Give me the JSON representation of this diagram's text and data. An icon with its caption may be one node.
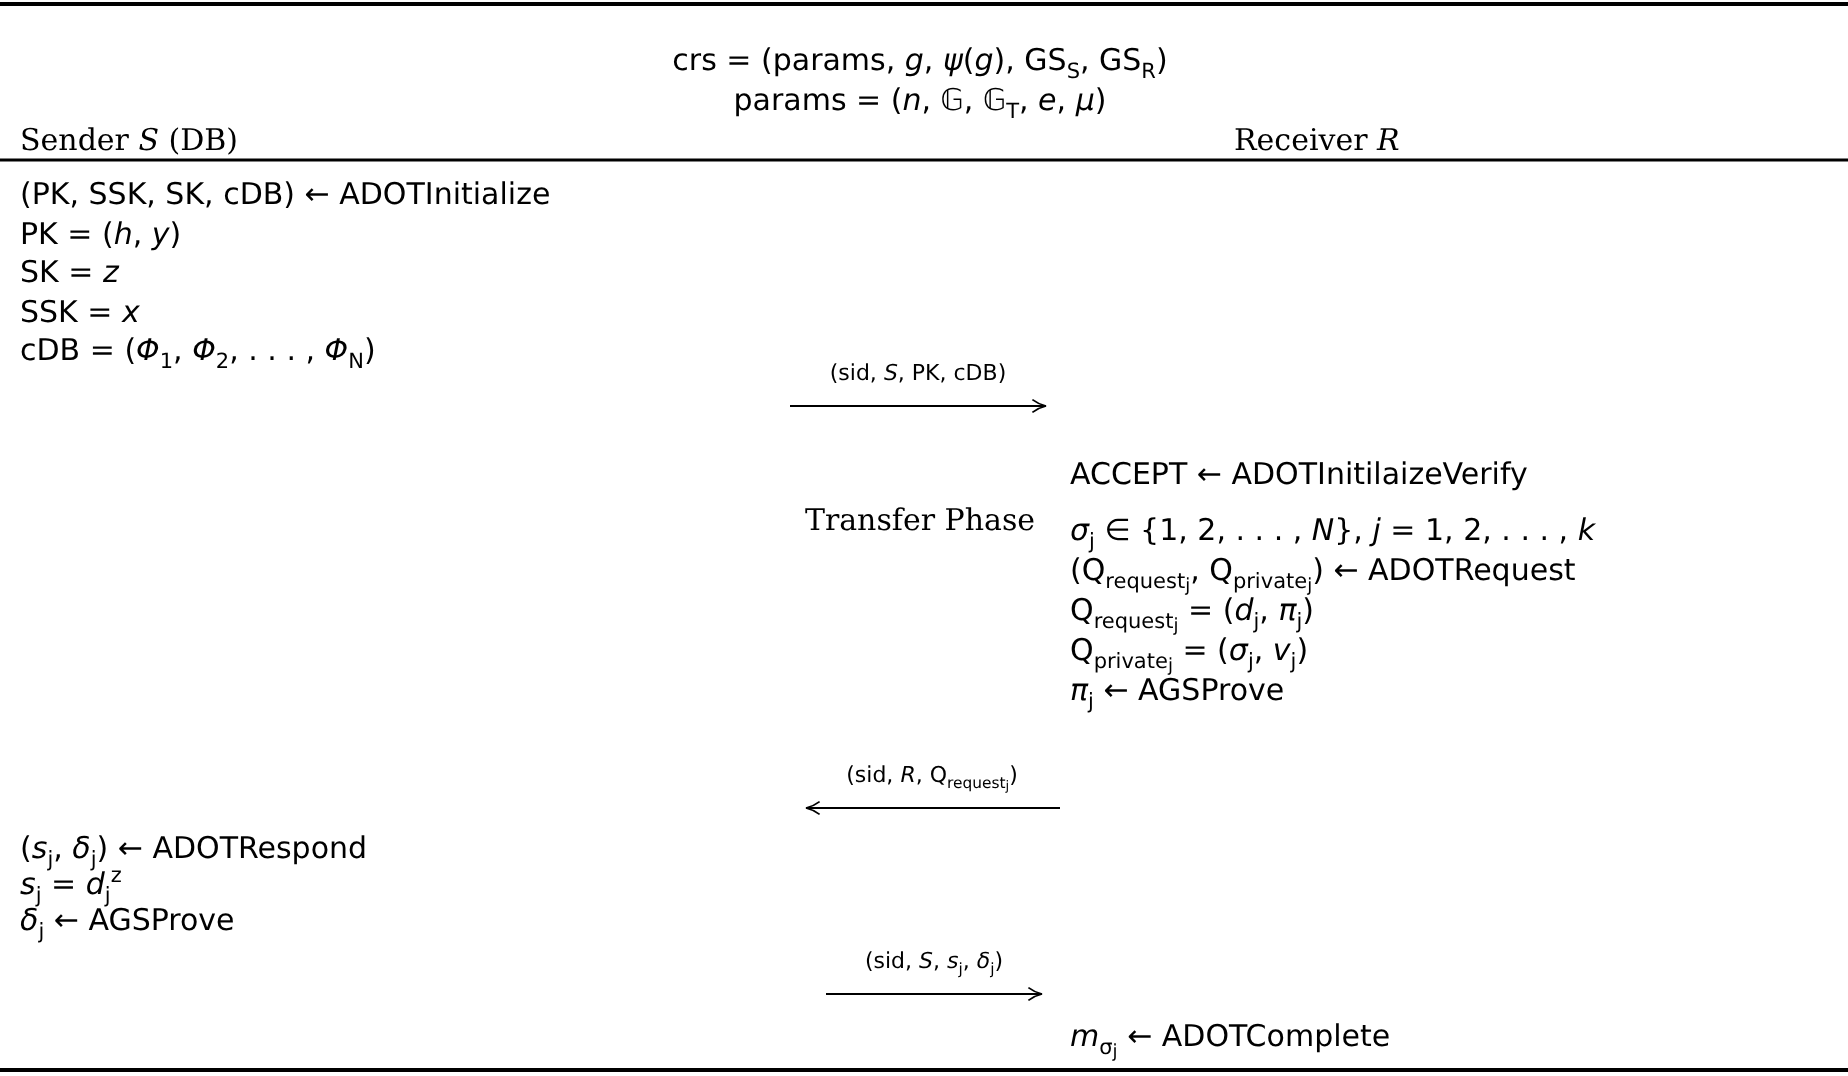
{
  "diagram": {
    "nodes": [
      {
        "text": [
          "(PK, SSK, SK, cDB) ← ADOTInitialize",
          "PK = (*h*, *y*)",
          "SK = *z*",
          "SSK = *x*",
          "cDB = (*Φ*$_{1}$, *Φ*$_{2}$, . . . , *Φ*$_{N}$)"
        ]
      },
      {
        "text": [
          "ACCEPT ← ADOTInitilaizeVerify"
        ]
      },
      {
        "text": [
          "*σ*$_{j}$ ∈ {1, 2, . . . , *N*}, *j* = 1, 2, . . . , *k*",
          "(Q$_{request}$$_{j}$, Q$_{private}$$_{j}$) ← ADOTRequest",
          "Q$_{request}$$_{j}$ = (*d*$_{j}$, *π*$_{j}$)",
          "Q$_{private}$$_{j}$ = (*σ*$_{j}$, *v*$_{j}$)",
          "*π*$_{j}$ ← AGSProve"
        ]
      },
      {
        "text": [
          "(*s*$_{j}$, *δ*$_{j}$) ← ADOTRespond",
          "*s*$_{j}$ = *d*$_{j}$$^{z}$",
          "*δ*$_{j}$ ← AGSProve"
        ]
      },
      {
        "text": [
          "*m*$_{σ}$$_{j}$ ← ADOTComplete"
        ]
      }
    ],
    "labels": [
      "crs = (params, *g*, *ψ*(*g*), GS$_{S}$, GS$_{R}$)",
      "params = (*n*, 𝔾, 𝔾$_{T}$, *e*, *μ*)",
      "Sender *S* (DB)",
      "Receiver *R*",
      "(sid, *S*, PK, cDB)",
      "Transfer Phase",
      "(sid, *R*, Q$_{request}$$_{j}$)",
      "(sid, *S*, *s*$_{j}$, *δ*$_{j}$)"
    ]
  }
}
